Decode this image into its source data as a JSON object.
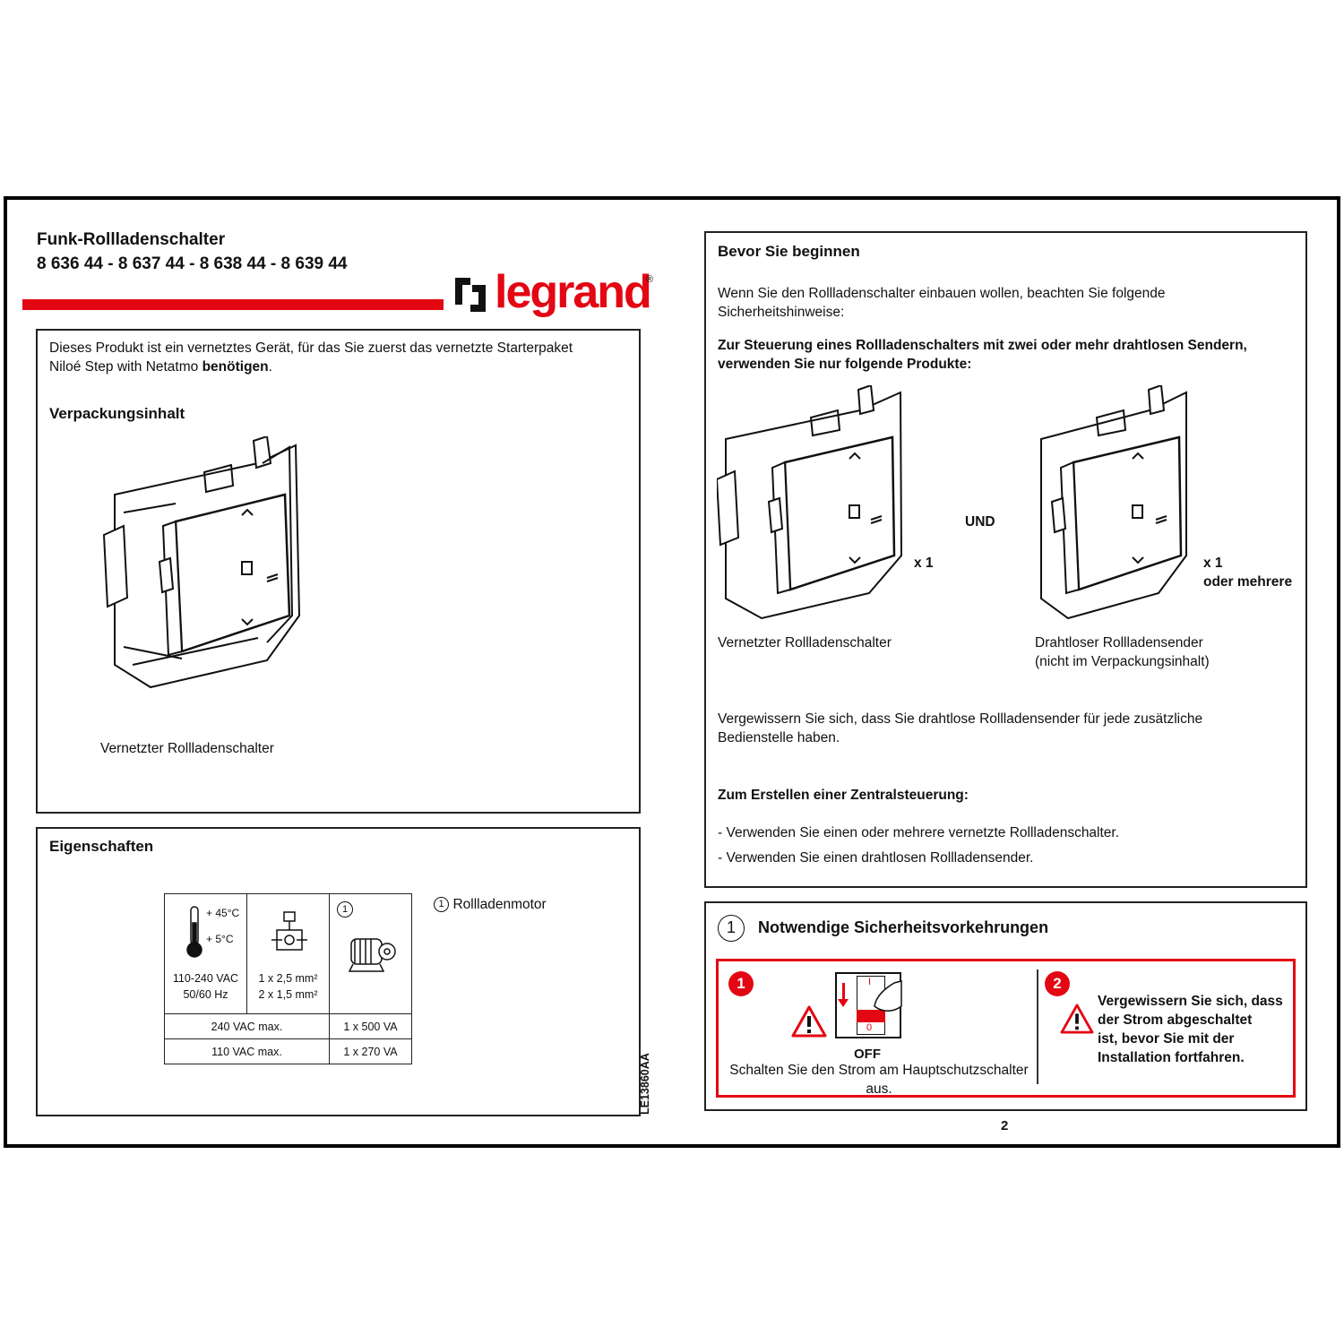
{
  "header": {
    "title_line1": "Funk-Rollladenschalter",
    "title_line2": "8 636 44 - 8 637 44 - 8 638 44 - 8 639 44",
    "brand": "legrand",
    "brand_mark": "®",
    "brand_color": "#e30613"
  },
  "intro": {
    "text_part1": "Dieses Produkt ist ein vernetztes Gerät, für das Sie zuerst das vernetzte Starterpaket",
    "text_part2": "Niloé Step with Netatmo",
    "text_bold": "benötigen",
    "text_end": "."
  },
  "packaging": {
    "heading": "Verpackungsinhalt",
    "item_label": "Vernetzter Rollladenschalter"
  },
  "properties": {
    "heading": "Eigenschaften",
    "temp_max": "+ 45°C",
    "temp_min": "+ 5°C",
    "voltage": "110-240 VAC",
    "frequency": "50/60 Hz",
    "wire1": "1 x 2,5 mm²",
    "wire2": "2 x 1,5 mm²",
    "motor_index": "1",
    "row1_left": "240 VAC max.",
    "row1_right": "1 x 500 VA",
    "row2_left": "110 VAC max.",
    "row2_right": "1 x 270 VA",
    "legend_index": "1",
    "legend_text": "Rollladenmotor"
  },
  "doc_code": "LE13860AA",
  "before": {
    "heading": "Bevor Sie beginnen",
    "intro_line1": "Wenn Sie den Rollladenschalter einbauen wollen, beachten Sie folgende",
    "intro_line2": "Sicherheitshinweise:",
    "bold_line1": "Zur Steuerung eines Rollladenschalters mit zwei oder mehr drahtlosen Sendern,",
    "bold_line2": "verwenden Sie nur folgende Produkte:",
    "and_label": "UND",
    "qty1": "x 1",
    "qty2_line1": "x 1",
    "qty2_line2": "oder mehrere",
    "product1_label": "Vernetzter Rollladenschalter",
    "product2_line1": "Drahtloser Rollladensender",
    "product2_line2": "(nicht im Verpackungsinhalt)",
    "note_line1": "Vergewissern Sie sich, dass Sie drahtlose Rollladensender für jede zusätzliche",
    "note_line2": "Bedienstelle haben.",
    "central_heading": "Zum Erstellen einer Zentralsteuerung:",
    "bullet1": "- Verwenden Sie einen oder mehrere vernetzte Rollladenschalter.",
    "bullet2": "- Verwenden Sie einen drahtlosen Rollladensender."
  },
  "safety": {
    "index": "1",
    "heading": "Notwendige Sicherheitsvorkehrungen",
    "step1_num": "1",
    "breaker_on": "I",
    "breaker_off": "0",
    "off_label": "OFF",
    "step1_line1": "Schalten Sie den Strom am Hauptschutzschalter",
    "step1_line2": "aus.",
    "step2_num": "2",
    "step2_line1": "Vergewissern Sie sich, dass",
    "step2_line2": "der Strom abgeschaltet",
    "step2_line3": "ist, bevor Sie mit der",
    "step2_line4": "Installation fortfahren."
  },
  "page_number": "2"
}
